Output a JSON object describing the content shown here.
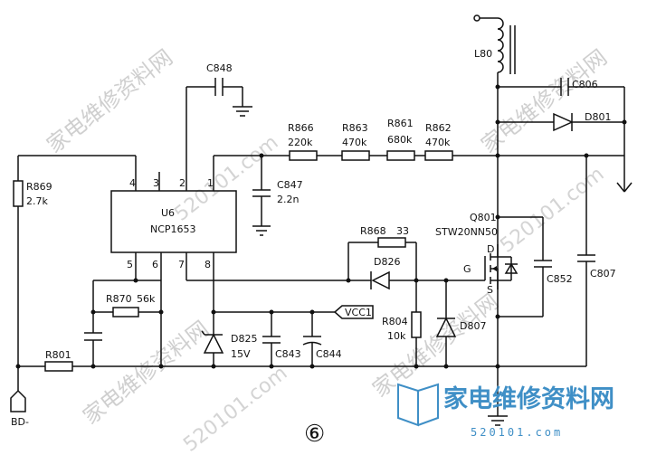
{
  "watermarks": {
    "site_cn": "家电维修资料网",
    "site_url": "520101.com"
  },
  "brand": {
    "text": "家电维修资料网",
    "url": "520101.com",
    "color": "#3f8fc6"
  },
  "figure_number": "⑥",
  "ic": {
    "ref": "U6",
    "part": "NCP1653",
    "pins": [
      "4",
      "3",
      "2",
      "1",
      "5",
      "6",
      "7",
      "8"
    ]
  },
  "components": {
    "r869": {
      "ref": "R869",
      "value": "2.7k"
    },
    "c848": {
      "ref": "C848"
    },
    "r866": {
      "ref": "R866",
      "value": "220k"
    },
    "r863": {
      "ref": "R863",
      "value": "470k"
    },
    "r861": {
      "ref": "R861",
      "value": "680k"
    },
    "r862": {
      "ref": "R862",
      "value": "470k"
    },
    "c847": {
      "ref": "C847",
      "value": "2.2n"
    },
    "l80": {
      "ref": "L80"
    },
    "c806": {
      "ref": "C806"
    },
    "d801": {
      "ref": "D801"
    },
    "q801": {
      "ref": "Q801",
      "part": "STW20NN50"
    },
    "r868": {
      "ref": "R868",
      "value": "33"
    },
    "d826": {
      "ref": "D826"
    },
    "c852": {
      "ref": "C852"
    },
    "c807": {
      "ref": "C807"
    },
    "r870": {
      "ref": "R870",
      "value": "56k"
    },
    "r804": {
      "ref": "R804",
      "value": "10k"
    },
    "d807": {
      "ref": "D807"
    },
    "d825": {
      "ref": "D825",
      "value": "15V"
    },
    "c843": {
      "ref": "C843"
    },
    "c844": {
      "ref": "C844"
    },
    "r801": {
      "ref": "R801"
    },
    "vcc": {
      "label": "VCC1"
    },
    "bd": {
      "label": "BD-"
    },
    "mosfet_pins": {
      "d": "D",
      "g": "G",
      "s": "S"
    }
  }
}
